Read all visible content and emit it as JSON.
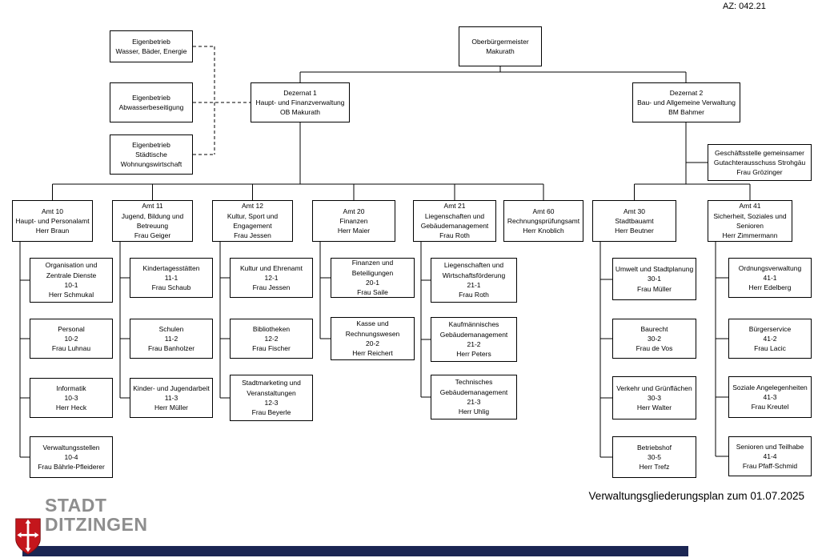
{
  "header": {
    "az_label": "AZ: 042.21"
  },
  "mayor": {
    "lines": [
      "Oberbürgermeister",
      "Makurath"
    ]
  },
  "eigenbetriebe": [
    {
      "lines": [
        "Eigenbetrieb",
        "Wasser, Bäder, Energie"
      ]
    },
    {
      "lines": [
        "Eigenbetrieb",
        "Abwasserbeseitigung"
      ]
    },
    {
      "lines": [
        "Eigenbetrieb",
        "Städtische",
        "Wohnungswirtschaft"
      ]
    }
  ],
  "dezernate": [
    {
      "lines": [
        "Dezernat 1",
        "Haupt- und Finanzverwaltung",
        "OB Makurath"
      ]
    },
    {
      "lines": [
        "Dezernat 2",
        "Bau- und Allgemeine Verwaltung",
        "BM Bahmer"
      ]
    }
  ],
  "geschaeftsstelle": {
    "lines": [
      "Geschäftsstelle gemeinsamer",
      "Gutachterausschuss Strohgäu",
      "Frau Grözinger"
    ]
  },
  "aemter": [
    {
      "lines": [
        "Amt 10",
        "Haupt- und Personalamt",
        "Herr Braun"
      ]
    },
    {
      "lines": [
        "Amt 11",
        "Jugend, Bildung und",
        "Betreuung",
        "Frau Geiger"
      ]
    },
    {
      "lines": [
        "Amt 12",
        "Kultur, Sport und",
        "Engagement",
        "Frau Jessen"
      ]
    },
    {
      "lines": [
        "Amt 20",
        "Finanzen",
        "Herr Maier"
      ]
    },
    {
      "lines": [
        "Amt 21",
        "Liegenschaften und",
        "Gebäudemanagement",
        "Frau Roth"
      ]
    },
    {
      "lines": [
        "Amt 60",
        "Rechnungsprüfungsamt",
        "Herr Knoblich"
      ]
    },
    {
      "lines": [
        "Amt 30",
        "Stadtbauamt",
        "Herr Beutner"
      ]
    },
    {
      "lines": [
        "Amt 41",
        "Sicherheit, Soziales und",
        "Senioren",
        "Herr Zimmermann"
      ]
    }
  ],
  "abteilungen": {
    "amt10": [
      {
        "lines": [
          "Organisation und",
          "Zentrale Dienste",
          "10-1",
          "Herr Schmukal"
        ]
      },
      {
        "lines": [
          "Personal",
          "10-2",
          "Frau Luhnau"
        ]
      },
      {
        "lines": [
          "Informatik",
          "10-3",
          "Herr Heck"
        ]
      },
      {
        "lines": [
          "Verwaltungsstellen",
          "10-4",
          "Frau Bährle-Pfleiderer"
        ]
      }
    ],
    "amt11": [
      {
        "lines": [
          "Kindertagesstätten",
          "11-1",
          "Frau Schaub"
        ]
      },
      {
        "lines": [
          "Schulen",
          "11-2",
          "Frau Banholzer"
        ]
      },
      {
        "lines": [
          "Kinder- und Jugendarbeit",
          "11-3",
          "Herr Müller"
        ]
      }
    ],
    "amt12": [
      {
        "lines": [
          "Kultur und Ehrenamt",
          "12-1",
          "Frau Jessen"
        ]
      },
      {
        "lines": [
          "Bibliotheken",
          "12-2",
          "Frau Fischer"
        ]
      },
      {
        "lines": [
          "Stadtmarketing und",
          "Veranstaltungen",
          "12-3",
          "Frau Beyerle"
        ]
      }
    ],
    "amt20": [
      {
        "lines": [
          "Finanzen und Beteiligungen",
          "20-1",
          "Frau Saile"
        ]
      },
      {
        "lines": [
          "Kasse und",
          "Rechnungswesen",
          "20-2",
          "Herr Reichert"
        ]
      }
    ],
    "amt21": [
      {
        "lines": [
          "Liegenschaften und",
          "Wirtschaftsförderung",
          "21-1",
          "Frau Roth"
        ]
      },
      {
        "lines": [
          "Kaufmännisches",
          "Gebäudemanagement",
          "21-2",
          "Herr Peters"
        ]
      },
      {
        "lines": [
          "Technisches",
          "Gebäudemanagement",
          "21-3",
          "Herr Uhlig"
        ]
      }
    ],
    "amt30": [
      {
        "lines": [
          "Umwelt und Stadtplanung",
          "30-1",
          "Frau Müller"
        ]
      },
      {
        "lines": [
          "Baurecht",
          "30-2",
          "Frau de Vos"
        ]
      },
      {
        "lines": [
          "Verkehr und Grünflächen",
          "30-3",
          "Herr Walter"
        ]
      },
      {
        "lines": [
          "Betriebshof",
          "30-5",
          "Herr Trefz"
        ]
      }
    ],
    "amt41": [
      {
        "lines": [
          "Ordnungsverwaltung",
          "41-1",
          "Herr Edelberg"
        ]
      },
      {
        "lines": [
          "Bürgerservice",
          "41-2",
          "Frau Lacic"
        ]
      },
      {
        "lines": [
          "Soziale Angelegenheiten",
          "41-3",
          "Frau Kreutel"
        ]
      },
      {
        "lines": [
          "Senioren und Teilhabe",
          "41-4",
          "Frau Pfaff-Schmid"
        ]
      }
    ]
  },
  "footer": {
    "caption": "Verwaltungsgliederungsplan zum 01.07.2025"
  },
  "logo": {
    "city_label_line1": "STADT",
    "city_label_line2": "DITZINGEN",
    "shield_icon": "ditzingen-coat-of-arms"
  },
  "colors": {
    "shield-red": "#c4161c",
    "logo-gray": "#8e8e8e",
    "bar-navy": "#1b2653",
    "box-border": "#000000"
  }
}
